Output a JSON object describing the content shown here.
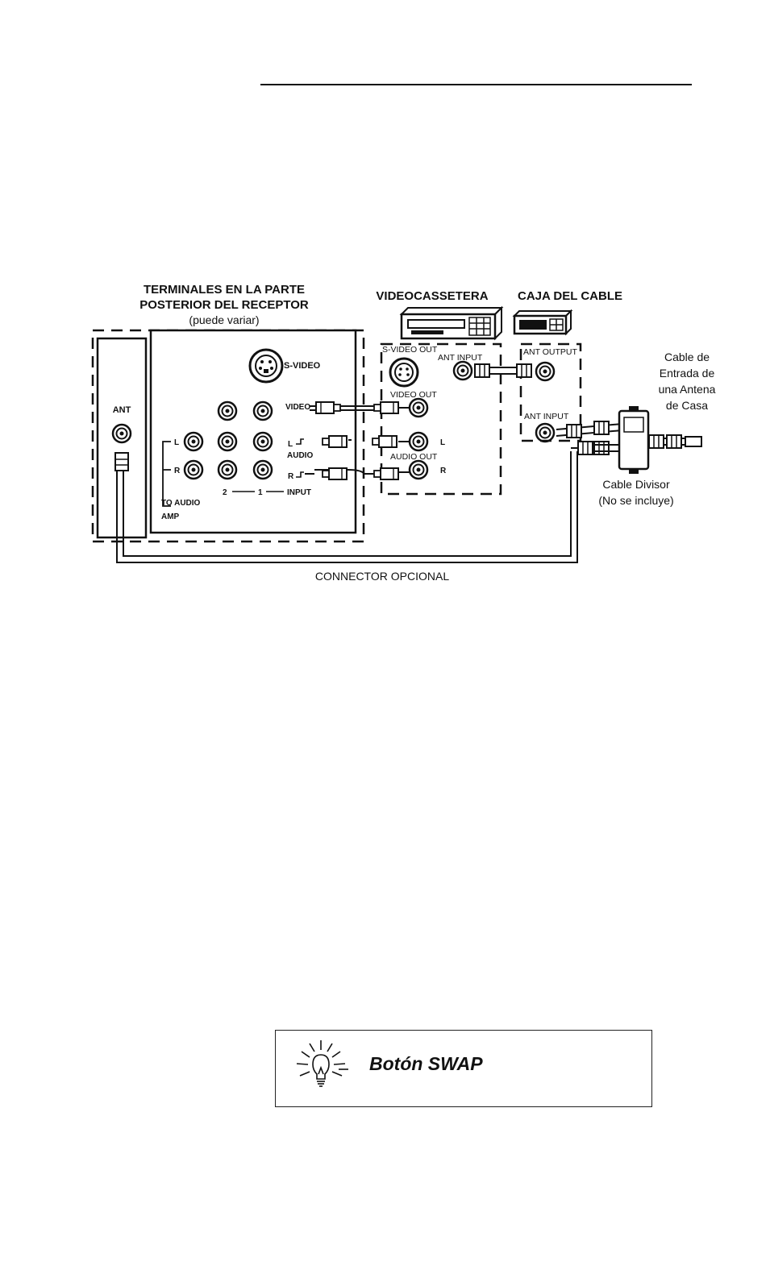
{
  "header": {
    "rule": true
  },
  "diagram": {
    "tv_title_1": "TERMINALES EN LA PARTE",
    "tv_title_2": "POSTERIOR DEL RECEPTOR",
    "tv_title_3": "(puede variar)",
    "vcr_title": "VIDEOCASSETERA",
    "cable_box_title": "CAJA DEL CABLE",
    "ant": "ANT",
    "s_video": "S-VIDEO",
    "video": "VIDEO",
    "audio": "AUDIO",
    "l": "L",
    "r": "R",
    "to_audio_1": "TO AUDIO",
    "to_audio_2": "AMP",
    "input_2": "2",
    "input_1": "1",
    "input": "INPUT",
    "s_video_out": "S-VIDEO OUT",
    "ant_input": "ANT INPUT",
    "ant_output": "ANT OUTPUT",
    "video_out": "VIDEO OUT",
    "audio_out": "AUDIO OUT",
    "cable_in_1": "Cable de",
    "cable_in_2": "Entrada de",
    "cable_in_3": "una Antena",
    "cable_in_4": "de Casa",
    "splitter_1": "Cable Divisor",
    "splitter_2": "(No se incluye)",
    "optional_connector": "CONNECTOR OPCIONAL"
  },
  "tip": {
    "title": "Botón SWAP",
    "icon": "lightbulb-icon"
  },
  "colors": {
    "ink": "#111111",
    "background": "#ffffff"
  }
}
